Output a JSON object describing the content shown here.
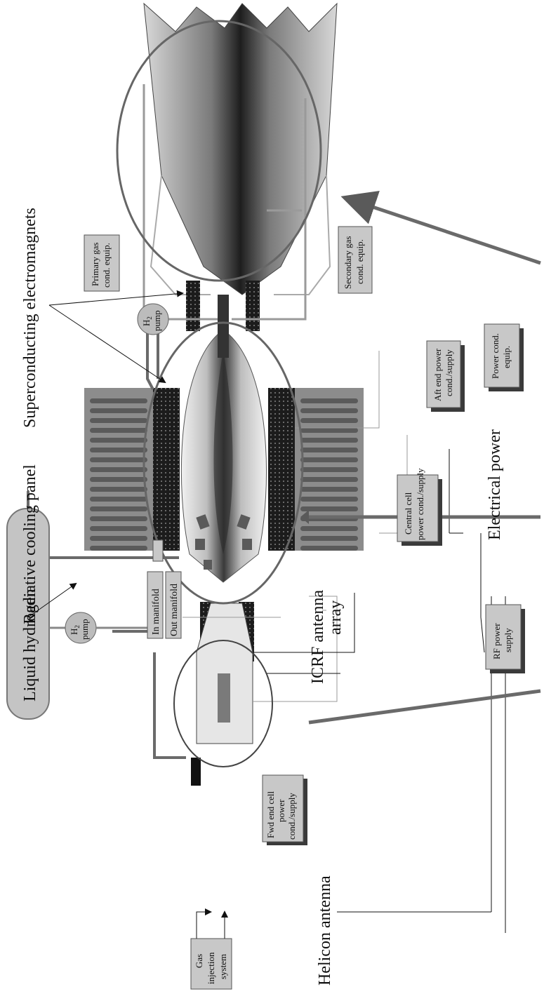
{
  "labels": {
    "liquid_hydrogen": "Liquid hydrogen",
    "h2_pump": "H",
    "h2_pump_sub": "2",
    "pump_word": "pump",
    "in_manifold": "In manifold",
    "out_manifold": "Out manifold",
    "gas_injection_1": "Gas",
    "gas_injection_2": "injection",
    "gas_injection_3": "system",
    "helicon_antenna": "Helicon antenna",
    "fwd_power_1": "Fwd end cell",
    "fwd_power_2": "power",
    "fwd_power_3": "cond./supply",
    "icrf_antenna_1": "ICRF antenna",
    "icrf_antenna_2": "array",
    "rf_power_1": "RF power",
    "rf_power_2": "supply",
    "radiative_cooling_panel": "Radiative cooling panel",
    "central_cell_1": "Central cell",
    "central_cell_2": "power cond./supply",
    "electrical_power": "Electrical power",
    "superconducting": "Superconducting electromagnets",
    "aft_power_1": "Aft end power",
    "aft_power_2": "cond./supply",
    "power_cond_1": "Power cond.",
    "power_cond_2": "equip.",
    "primary_gas_1": "Primary gas",
    "primary_gas_2": "cond. equip.",
    "secondary_gas_1": "Secondary gas",
    "secondary_gas_2": "cond. equip."
  },
  "colors": {
    "magnet": "#1a1a1a",
    "panel_bg": "#8a8a8a",
    "panel_fin": "#5a5a5a",
    "box": "#c8c8c8",
    "box_shadow": "#3a3a3a",
    "circle": "#666666",
    "arrow": "#6a6a6a"
  }
}
